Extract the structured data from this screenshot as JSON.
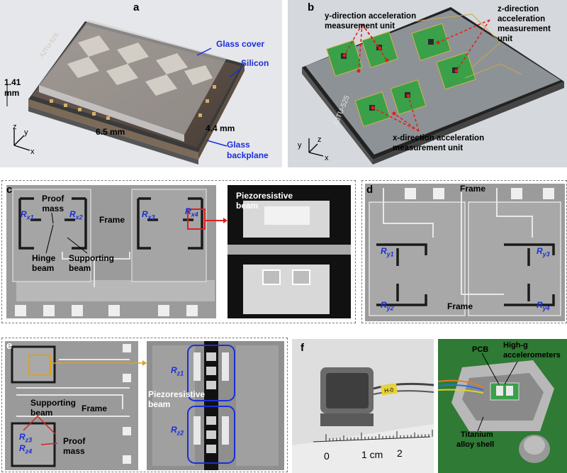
{
  "panel_a": {
    "label": "a",
    "chip_text": "XJTU-525",
    "glass_cover": "Glass cover",
    "silicon": "Silicon",
    "glass_backplane_1": "Glass",
    "glass_backplane_2": "backplane",
    "dim_height_1": "1.41",
    "dim_height_2": "mm",
    "dim_length": "6.5 mm",
    "dim_width": "4.4 mm",
    "axis_z": "z",
    "axis_y": "y",
    "axis_x": "x"
  },
  "panel_b": {
    "label": "b",
    "chip_text": "XJTU-525",
    "y_unit_1": "y-direction acceleration",
    "y_unit_2": "measurement unit",
    "z_unit_1": "z-direction",
    "z_unit_2": "acceleration",
    "z_unit_3": "measurement",
    "z_unit_4": "unit",
    "x_unit_1": "x-direction acceleration",
    "x_unit_2": "measurement unit",
    "axis_z": "z",
    "axis_y": "y",
    "axis_x": "x"
  },
  "panel_c": {
    "label": "c",
    "rx1_main": "R",
    "rx1_sub": "x1",
    "rx2_main": "R",
    "rx2_sub": "x2",
    "rx3_main": "R",
    "rx3_sub": "x3",
    "rx4_main": "R",
    "rx4_sub": "x4",
    "proof_1": "Proof",
    "proof_2": "mass",
    "frame": "Frame",
    "hinge_1": "Hinge",
    "hinge_2": "beam",
    "supporting_1": "Supporting",
    "supporting_2": "beam",
    "piezo_1": "Piezoresistive",
    "piezo_2": "beam"
  },
  "panel_d": {
    "label": "d",
    "ry1_main": "R",
    "ry1_sub": "y1",
    "ry2_main": "R",
    "ry2_sub": "y2",
    "ry3_main": "R",
    "ry3_sub": "y3",
    "ry4_main": "R",
    "ry4_sub": "y4",
    "frame": "Frame"
  },
  "panel_e": {
    "label": "e",
    "supporting_1": "Supporting",
    "supporting_2": "beam",
    "frame": "Frame",
    "proof_1": "Proof",
    "proof_2": "mass",
    "rz3_main": "R",
    "rz3_sub": "z3",
    "rz4_main": "R",
    "rz4_sub": "z4",
    "rz1_main": "R",
    "rz1_sub": "z1",
    "rz2_main": "R",
    "rz2_sub": "z2",
    "piezo_1": "Piezoresistive",
    "piezo_2": "beam"
  },
  "panel_f": {
    "label": "f",
    "cable_tag": "H-0",
    "ruler_0": "0",
    "ruler_1": "1 cm",
    "ruler_2": "2",
    "pcb": "PCB",
    "highg_1": "High-g",
    "highg_2": "accelerometers",
    "titanium_1": "Titanium",
    "titanium_2": "alloy shell"
  },
  "colors": {
    "label_blue": "#1a2fd6",
    "arrow_red": "#e01e1e",
    "mems_gray": "#9a9a9a",
    "mems_dark": "#2a2a2a",
    "pcb_green": "#3aa04a"
  }
}
